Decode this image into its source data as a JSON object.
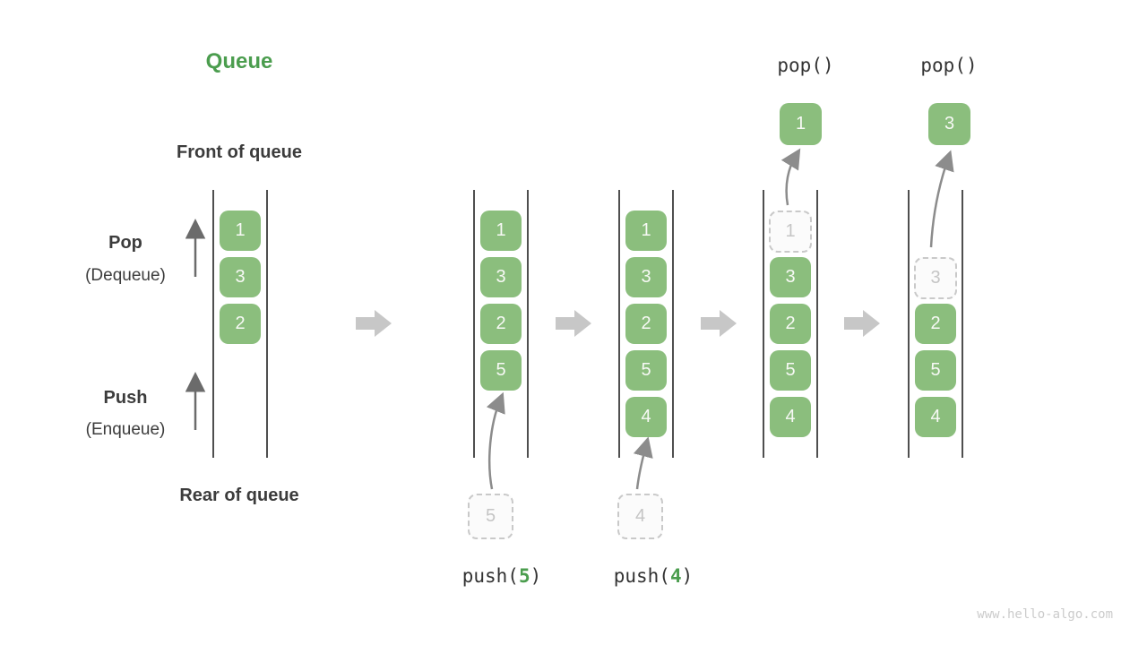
{
  "page": {
    "title": "Queue",
    "watermark": "www.hello-algo.com"
  },
  "labels": {
    "front": "Front of queue",
    "rear": "Rear of queue",
    "pop": "Pop",
    "pop_sub": "(Dequeue)",
    "push": "Push",
    "push_sub": "(Enqueue)"
  },
  "colors": {
    "box_green": "#8bbe7d",
    "accent_green": "#4b9d4e",
    "text_dark": "#3c3c3c",
    "ghost_gray": "#c5c5c5",
    "arrow_gray": "#8c8c8c",
    "block_arrow_gray": "#c7c7c7",
    "line_dark": "#4f4f4f",
    "code_dark": "#333333",
    "watermark_gray": "#cbcbcb"
  },
  "states": [
    {
      "queue": [
        {
          "row": 0,
          "v": "1"
        },
        {
          "row": 1,
          "v": "3"
        },
        {
          "row": 2,
          "v": "2"
        }
      ]
    },
    {
      "queue": [
        {
          "row": 0,
          "v": "1"
        },
        {
          "row": 1,
          "v": "3"
        },
        {
          "row": 2,
          "v": "2"
        },
        {
          "row": 3,
          "v": "5"
        }
      ],
      "pushed": "5",
      "op": {
        "pre": "push(",
        "arg": "5",
        "post": ")"
      }
    },
    {
      "queue": [
        {
          "row": 0,
          "v": "1"
        },
        {
          "row": 1,
          "v": "3"
        },
        {
          "row": 2,
          "v": "2"
        },
        {
          "row": 3,
          "v": "5"
        },
        {
          "row": 4,
          "v": "4"
        }
      ],
      "pushed": "4",
      "op": {
        "pre": "push(",
        "arg": "4",
        "post": ")"
      }
    },
    {
      "queue": [
        {
          "row": 0,
          "v": "1",
          "ghost": true
        },
        {
          "row": 1,
          "v": "3"
        },
        {
          "row": 2,
          "v": "2"
        },
        {
          "row": 3,
          "v": "5"
        },
        {
          "row": 4,
          "v": "4"
        }
      ],
      "popped": "1",
      "op": {
        "pre": "pop()",
        "arg": "",
        "post": ""
      }
    },
    {
      "queue": [
        {
          "row": 1,
          "v": "3",
          "ghost": true
        },
        {
          "row": 2,
          "v": "2"
        },
        {
          "row": 3,
          "v": "5"
        },
        {
          "row": 4,
          "v": "4"
        }
      ],
      "popped": "3",
      "op": {
        "pre": "pop()",
        "arg": "",
        "post": ""
      }
    }
  ]
}
